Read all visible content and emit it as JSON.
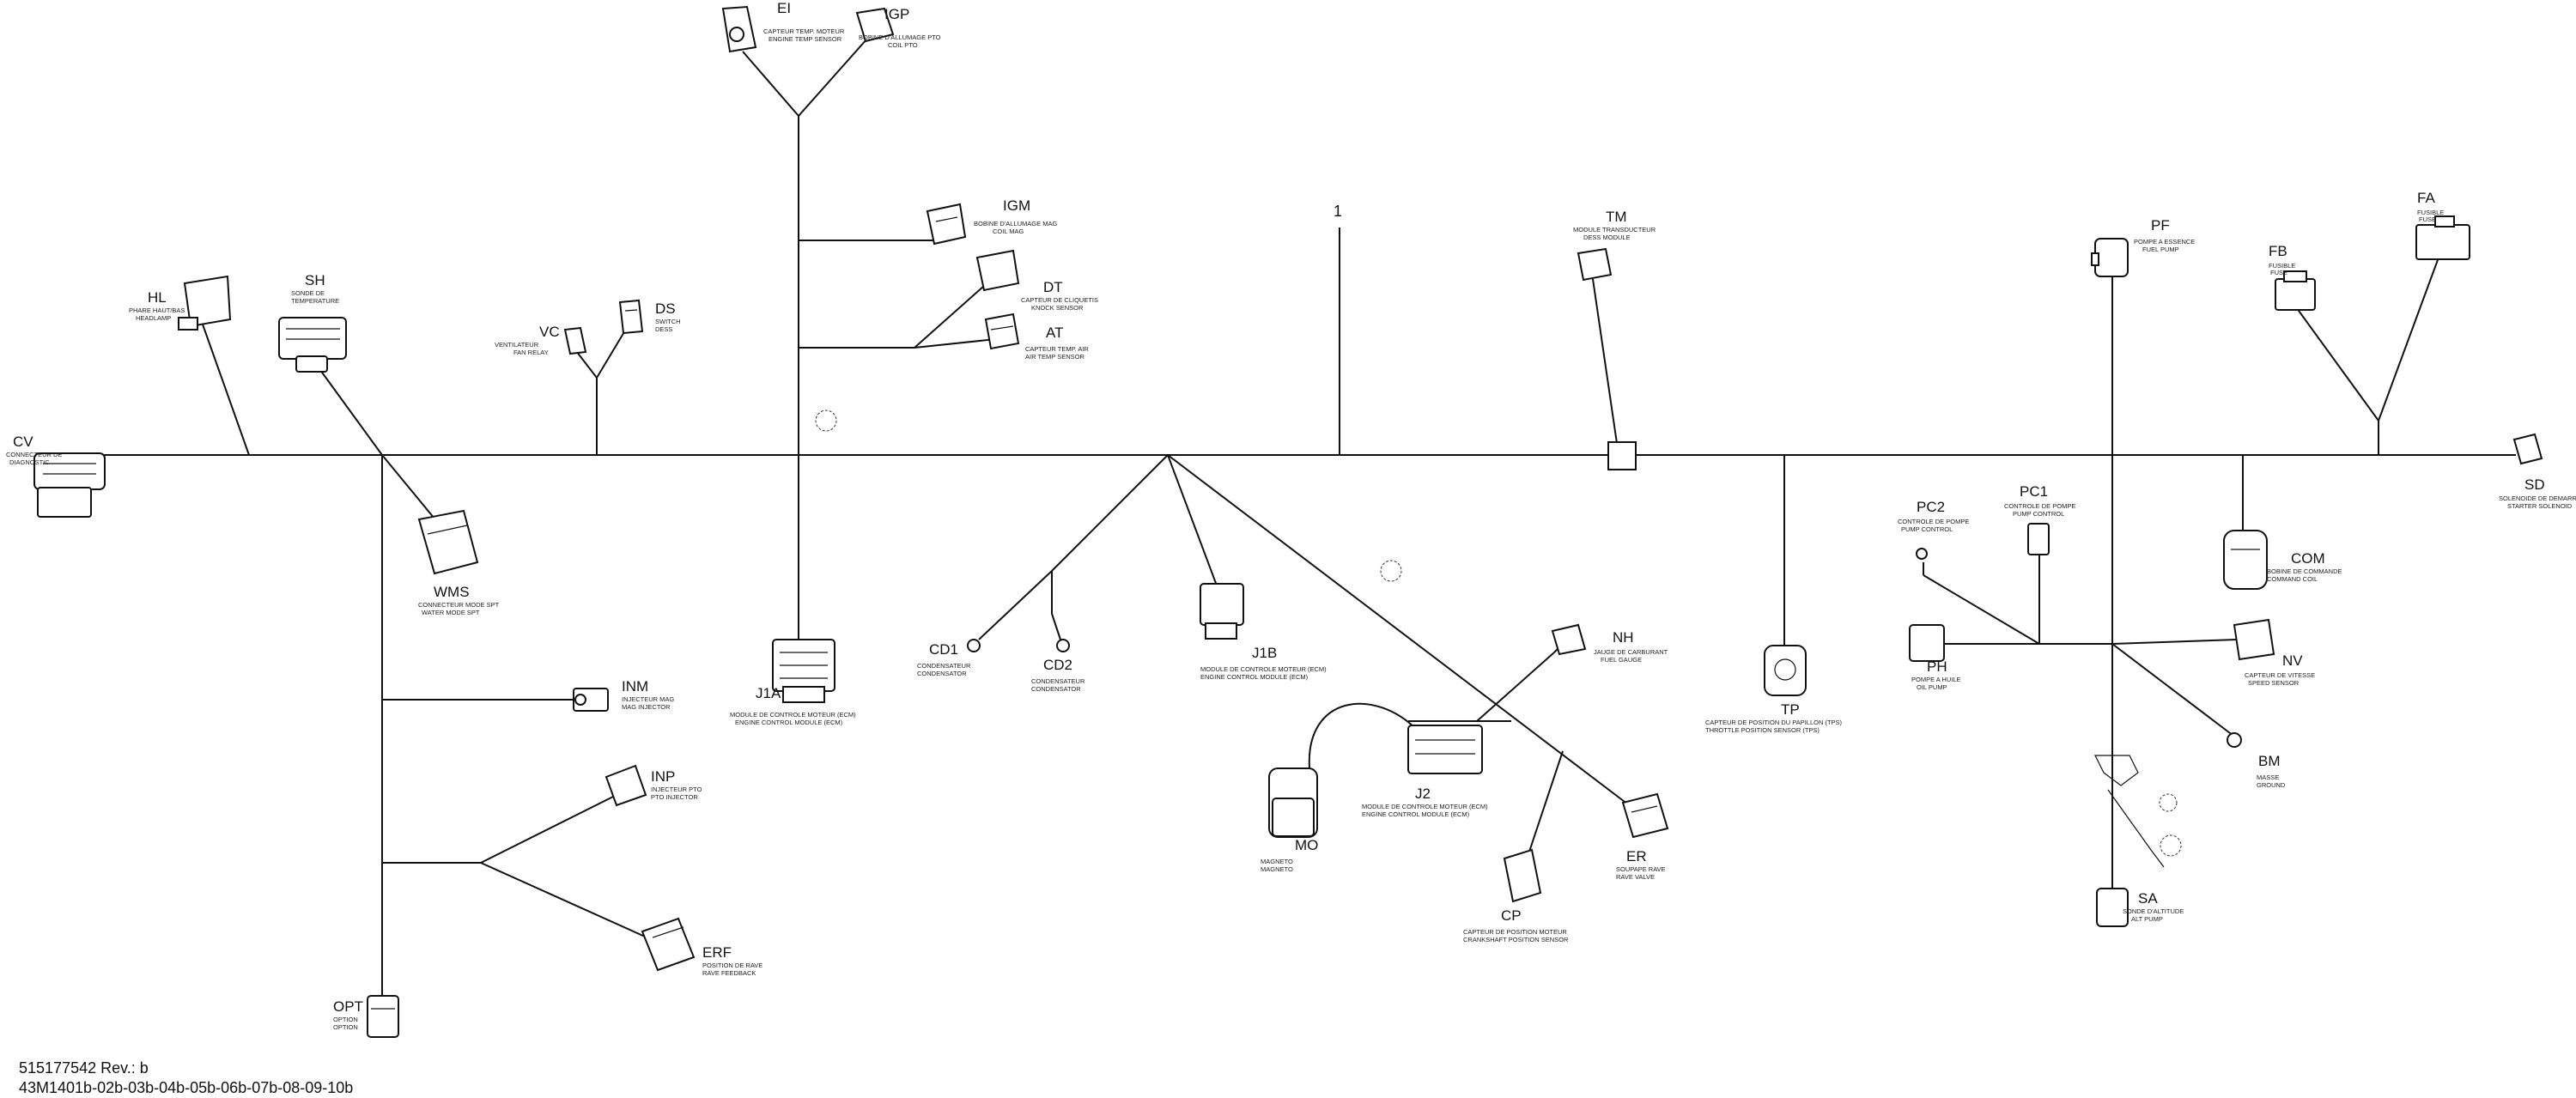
{
  "part_number": "515177542 Rev.: b",
  "figure_code": "43M1401b-02b-03b-04b-05b-06b-07b-08-09-10b",
  "harness_item_marker": "1",
  "connectors": [
    {
      "code": "CV",
      "line1": "CONNECTEUR DE",
      "line2": "DIAGNOSTIC"
    },
    {
      "code": "HL",
      "line1": "PHARE HAUT/BAS",
      "line2": "HEADLAMP"
    },
    {
      "code": "SH",
      "line1": "SONDE DE",
      "line2": "TEMPERATURE"
    },
    {
      "code": "VC",
      "line1": "VENTILATEUR",
      "line2": "FAN RELAY"
    },
    {
      "code": "DS",
      "line1": "SWITCH",
      "line2": "DESS"
    },
    {
      "code": "EI",
      "line1": "CAPTEUR TEMP. MOTEUR",
      "line2": "ENGINE TEMP SENSOR"
    },
    {
      "code": "IGP",
      "line1": "BOBINE D'ALLUMAGE PTO",
      "line2": "COIL PTO"
    },
    {
      "code": "IGM",
      "line1": "BOBINE D'ALLUMAGE MAG",
      "line2": "COIL MAG"
    },
    {
      "code": "DT",
      "line1": "CAPTEUR DE CLIQUETIS",
      "line2": "KNOCK SENSOR"
    },
    {
      "code": "AT",
      "line1": "CAPTEUR TEMP. AIR",
      "line2": "AIR TEMP SENSOR"
    },
    {
      "code": "TM",
      "line1": "MODULE TRANSDUCTEUR",
      "line2": "DESS MODULE"
    },
    {
      "code": "PF",
      "line1": "POMPE A ESSENCE",
      "line2": "FUEL PUMP"
    },
    {
      "code": "FB",
      "line1": "FUSIBLE",
      "line2": "FUSE"
    },
    {
      "code": "FA",
      "line1": "FUSIBLE",
      "line2": "FUSE"
    },
    {
      "code": "SD",
      "line1": "SOLENOIDE DE DEMARREUR",
      "line2": "STARTER SOLENOID"
    },
    {
      "code": "WMS",
      "line1": "CONNECTEUR MODE SPT",
      "line2": "WATER MODE SPT"
    },
    {
      "code": "INM",
      "line1": "INJECTEUR MAG",
      "line2": "MAG INJECTOR"
    },
    {
      "code": "INP",
      "line1": "INJECTEUR PTO",
      "line2": "PTO INJECTOR"
    },
    {
      "code": "ERF",
      "line1": "POSITION DE RAVE",
      "line2": "RAVE FEEDBACK"
    },
    {
      "code": "OPT",
      "line1": "OPTION",
      "line2": "OPTION"
    },
    {
      "code": "J1A",
      "line1": "MODULE DE CONTROLE MOTEUR (ECM)",
      "line2": "ENGINE CONTROL MODULE (ECM)"
    },
    {
      "code": "CD1",
      "line1": "CONDENSATEUR",
      "line2": "CONDENSATOR"
    },
    {
      "code": "CD2",
      "line1": "CONDENSATEUR",
      "line2": "CONDENSATOR"
    },
    {
      "code": "J1B",
      "line1": "MODULE DE CONTROLE MOTEUR (ECM)",
      "line2": "ENGINE CONTROL MODULE (ECM)"
    },
    {
      "code": "J2",
      "line1": "MODULE DE CONTROLE MOTEUR (ECM)",
      "line2": "ENGINE CONTROL MODULE (ECM)"
    },
    {
      "code": "MO",
      "line1": "MAGNETO",
      "line2": "MAGNETO"
    },
    {
      "code": "NH",
      "line1": "JAUGE DE CARBURANT",
      "line2": "FUEL GAUGE"
    },
    {
      "code": "ER",
      "line1": "SOUPAPE RAVE",
      "line2": "RAVE VALVE"
    },
    {
      "code": "CP",
      "line1": "CAPTEUR DE POSITION MOTEUR",
      "line2": "CRANKSHAFT POSITION SENSOR"
    },
    {
      "code": "TP",
      "line1": "CAPTEUR DE POSITION DU PAPILLON (TPS)",
      "line2": "THROTTLE POSITION SENSOR (TPS)"
    },
    {
      "code": "PC2",
      "line1": "CONTROLE DE POMPE",
      "line2": "PUMP CONTROL"
    },
    {
      "code": "PC1",
      "line1": "CONTROLE DE POMPE",
      "line2": "PUMP CONTROL"
    },
    {
      "code": "PH",
      "line1": "POMPE A HUILE",
      "line2": "OIL PUMP"
    },
    {
      "code": "COM",
      "line1": "BOBINE DE COMMANDE",
      "line2": "COMMAND COIL"
    },
    {
      "code": "NV",
      "line1": "CAPTEUR DE VITESSE",
      "line2": "SPEED SENSOR"
    },
    {
      "code": "BM",
      "line1": "MASSE",
      "line2": "GROUND"
    },
    {
      "code": "SA",
      "line1": "SONDE D'ALTITUDE",
      "line2": "ALT PUMP"
    }
  ]
}
